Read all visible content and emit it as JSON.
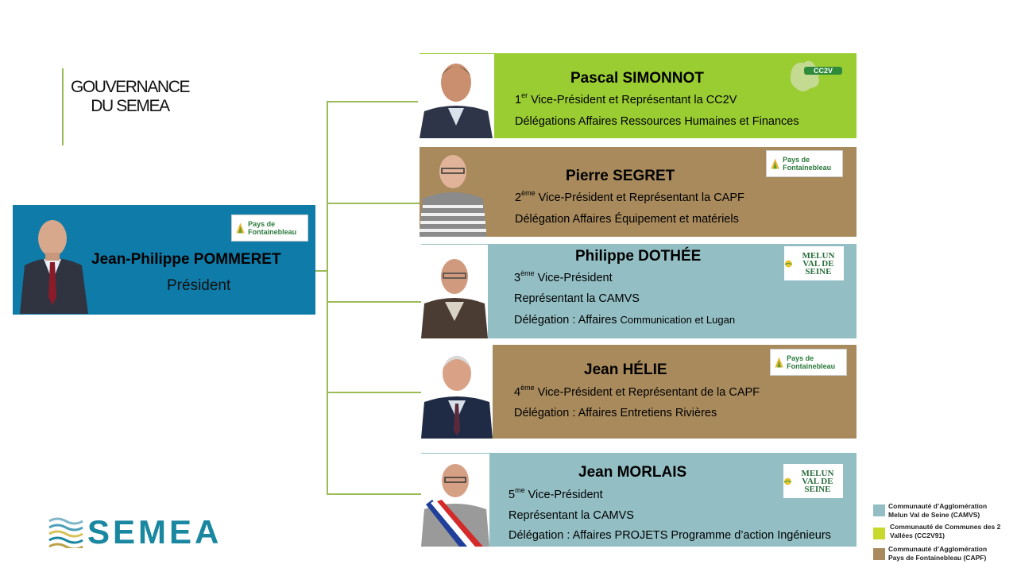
{
  "title": {
    "line1": "GOUVERNANCE",
    "line2": "DU SEMEA"
  },
  "president": {
    "name": "Jean-Philippe  POMMERET",
    "role": "Président",
    "logo": "Pays de Fontainebleau"
  },
  "members": [
    {
      "name": "Pascal SIMONNOT",
      "rank": "1",
      "rank_sup": "er",
      "line1": "  Vice-Président et  Représentant la CC2V",
      "line2": "Délégations Affaires Ressources Humaines et Finances",
      "logo": "CC2V"
    },
    {
      "name": "Pierre SEGRET",
      "rank": "2",
      "rank_sup": "ème",
      "line1": " Vice-Président et Représentant la CAPF",
      "line2": "Délégation Affaires Équipement et matériels",
      "logo": "Pays de Fontainebleau"
    },
    {
      "name": "Philippe  DOTHÉE",
      "rank": "3",
      "rank_sup": "ème",
      "line1": " Vice-Président",
      "line2": "Représentant la CAMVS",
      "line3_a": "Délégation : Affaires ",
      "line3_b": "Communication et Lugan",
      "logo": "MELUN VAL DE SEINE"
    },
    {
      "name": "Jean HÉLIE",
      "rank": "4",
      "rank_sup": "ème",
      "line1": " Vice-Président et Représentant de la CAPF",
      "line2": "Délégation : Affaires Entretiens Rivières",
      "logo": "Pays de Fontainebleau"
    },
    {
      "name": "Jean MORLAIS",
      "rank": "5",
      "rank_sup": "me",
      "line1": " Vice-Président",
      "line2": "Représentant la CAMVS",
      "line3": "Délégation : Affaires PROJETS Programme d’action Ingénieurs",
      "logo": "MELUN VAL DE SEINE"
    }
  ],
  "brand": {
    "name": "SEMEA"
  },
  "legend": [
    {
      "label1": "Communauté d’Agglomération",
      "label2": "Melun Val de Seine (CAMVS)",
      "color": "#93bfc4"
    },
    {
      "label1": "Communauté de Communes des 2",
      "label2": "Vallées (CC2V91)",
      "color": "#c7d92a"
    },
    {
      "label1": "Communauté d’Agglomération",
      "label2": "Pays de Fontainebleau (CAPF)",
      "color": "#a88a5c"
    }
  ],
  "colors": {
    "president": "#0f7ba8",
    "cc2v": "#9acd32",
    "capf": "#a88a5c",
    "camvs": "#93bfc4",
    "connector": "#9bbb59",
    "brand": "#1a87a0"
  }
}
